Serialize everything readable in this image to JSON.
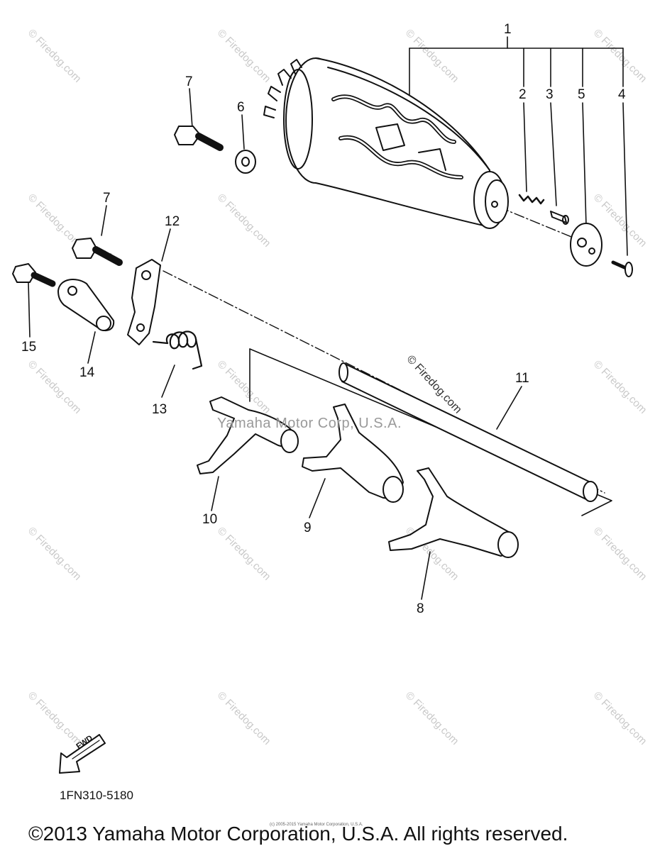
{
  "callouts": {
    "c1": "1",
    "c2": "2",
    "c3": "3",
    "c4": "4",
    "c5": "5",
    "c6": "6",
    "c7a": "7",
    "c7b": "7",
    "c8": "8",
    "c9": "9",
    "c10": "10",
    "c11": "11",
    "c12": "12",
    "c13": "13",
    "c14": "14",
    "c15": "15"
  },
  "watermark": "© Firedog.com",
  "center_watermark": "Yamaha Motor Corp, U.S.A.",
  "fwd_label": "FWD",
  "diagram_code": "1FN310-5180",
  "tiny_note": "(c) 2005-2015 Yamaha Motor Corporation, U.S.A.",
  "copyright": "©2013 Yamaha Motor Corporation, U.S.A. All rights reserved."
}
